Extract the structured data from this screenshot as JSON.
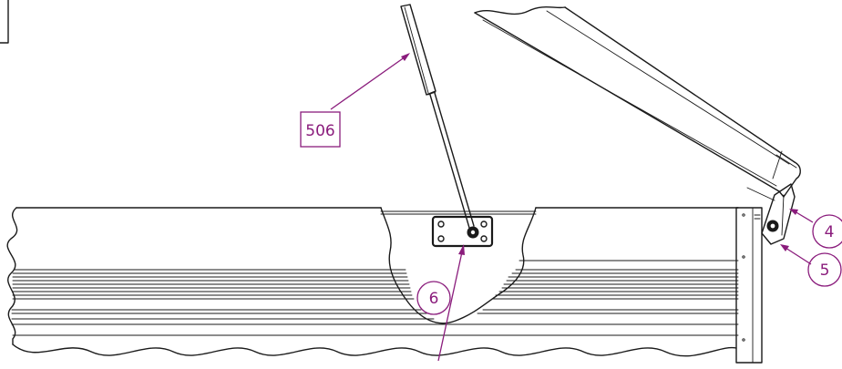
{
  "diagram": {
    "callouts": [
      {
        "id": "4",
        "label": "4",
        "shape": "circle"
      },
      {
        "id": "5",
        "label": "5",
        "shape": "circle"
      },
      {
        "id": "6",
        "label": "6",
        "shape": "circle"
      },
      {
        "id": "506",
        "label": "506",
        "shape": "box"
      }
    ],
    "colors": {
      "callout": "#8a1c7c",
      "line": "#1a1a1a",
      "background": "#ffffff"
    }
  }
}
